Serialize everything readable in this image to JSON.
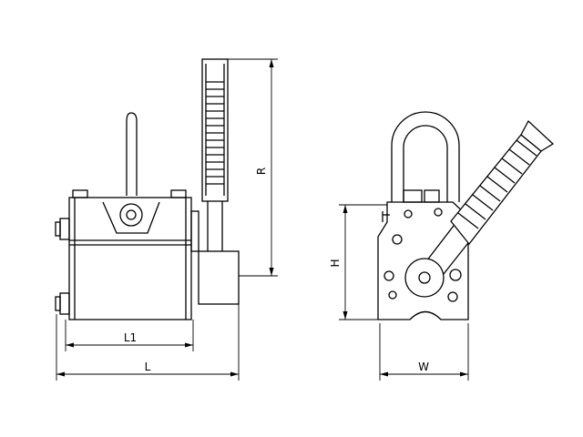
{
  "dimensions": {
    "l1": "L1",
    "l": "L",
    "r": "R",
    "h": "H",
    "w": "W"
  }
}
